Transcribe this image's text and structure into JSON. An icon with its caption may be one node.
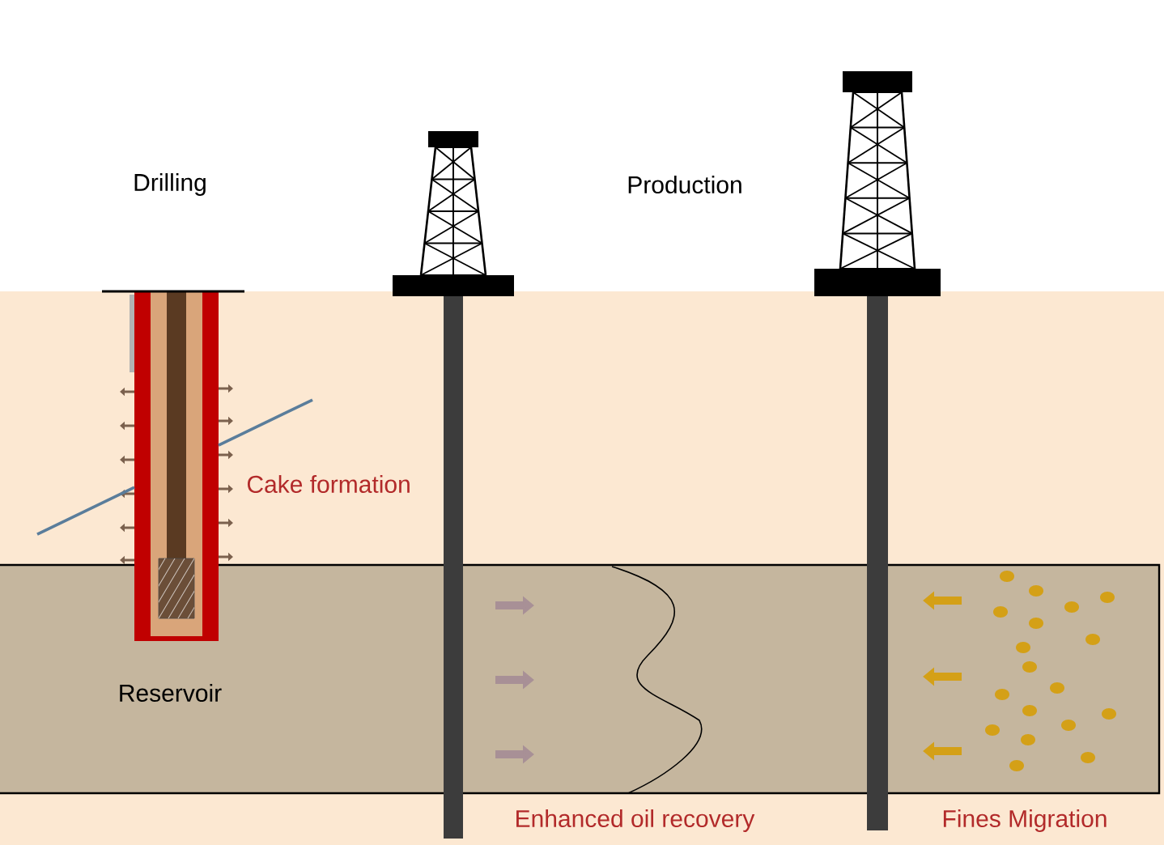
{
  "diagram": {
    "labels": [
      "Drilling",
      "Production",
      "Cake formation",
      "Reservoir",
      "Enhanced oil recovery",
      "Fines Migration"
    ]
  }
}
